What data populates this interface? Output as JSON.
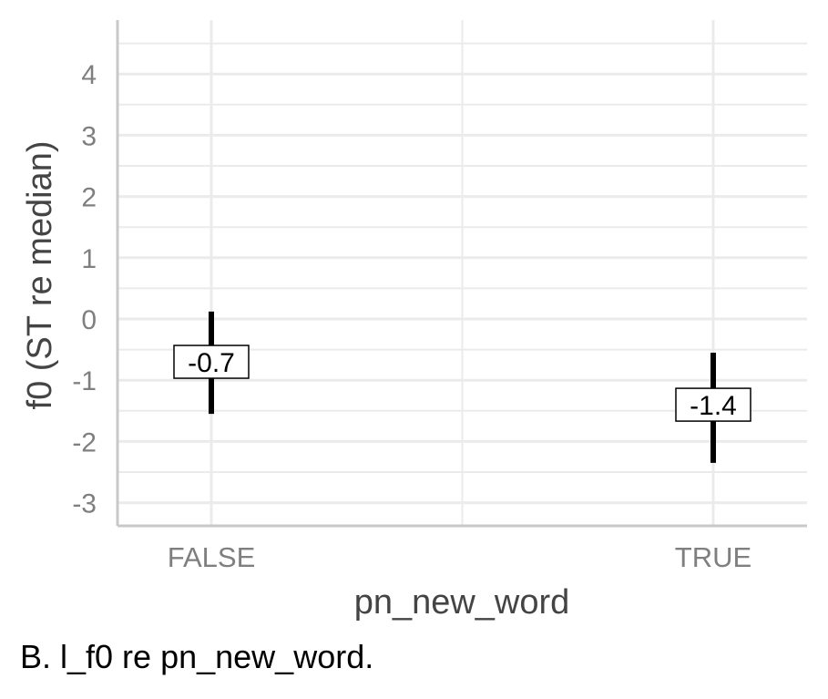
{
  "chart_data": {
    "type": "errorbar",
    "categories": [
      "FALSE",
      "TRUE"
    ],
    "values": [
      -0.7,
      -1.4
    ],
    "lower": [
      -1.55,
      -2.35
    ],
    "upper": [
      0.12,
      -0.55
    ],
    "value_labels": [
      "-0.7",
      "-1.4"
    ],
    "xlabel": "pn_new_word",
    "ylabel": "f0 (ST re median)",
    "ylim": [
      -3.4,
      4.8
    ],
    "yticks": [
      -3,
      -2,
      -1,
      0,
      1,
      2,
      3,
      4
    ],
    "grid": true,
    "colors": {
      "bar": "#000000",
      "grid": "#ebebeb",
      "axis": "#c8c8c8",
      "tick_text": "#7f7f7f",
      "axis_title": "#444444"
    }
  },
  "caption": "B.  l_f0 re pn_new_word."
}
